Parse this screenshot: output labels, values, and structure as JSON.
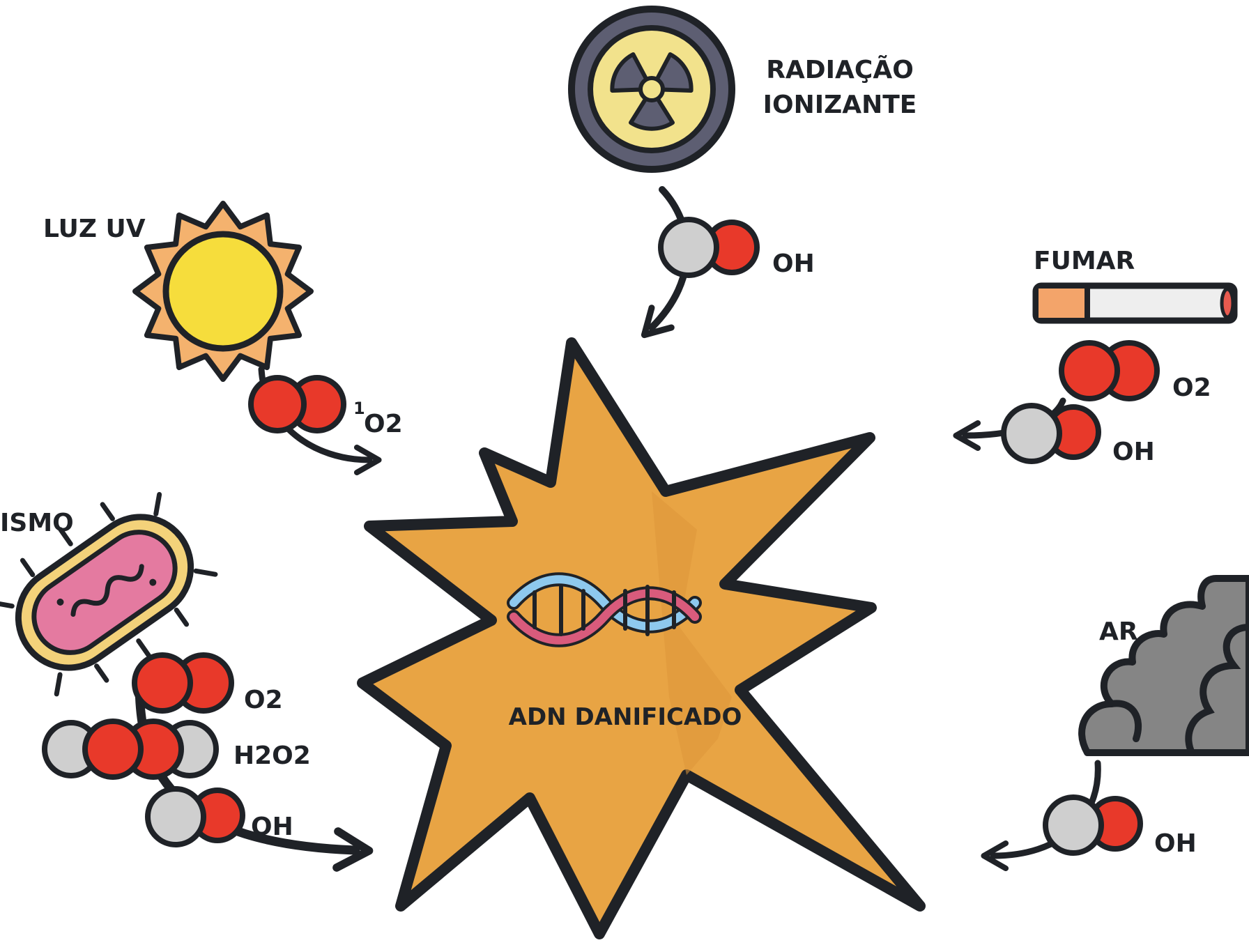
{
  "center": {
    "label": "ADN DANIFICADO"
  },
  "sources": {
    "radiation": {
      "label_line1": "RADIAÇÃO",
      "label_line2": "IONIZANTE",
      "molecules": [
        "OH"
      ]
    },
    "uv": {
      "label": "LUZ UV",
      "molecules": [
        "O2"
      ],
      "superscript": "1"
    },
    "smoking": {
      "label": "FUMAR",
      "molecules": [
        "O2",
        "OH"
      ]
    },
    "organism": {
      "label": "ISMO",
      "molecules": [
        "O2",
        "H2O2",
        "OH"
      ]
    },
    "air": {
      "label": "AR",
      "molecules": [
        "OH"
      ]
    }
  },
  "colors": {
    "outline": "#1f2227",
    "star": "#e8a444",
    "oxygen": "#e8392a",
    "hydrogen": "#cfcfcf",
    "sun": "#f6dd3c",
    "sun_ray": "#f4b26e",
    "radiation_bg": "#f2e28c",
    "radiation_ring": "#5d5e72",
    "bacterium": "#e47aa0",
    "bacterium_wall": "#f3d27a",
    "cigarette_filter": "#f3a46a",
    "smoke": "#858585",
    "dna_blue": "#8ec9ee",
    "dna_red": "#d95b7c"
  }
}
